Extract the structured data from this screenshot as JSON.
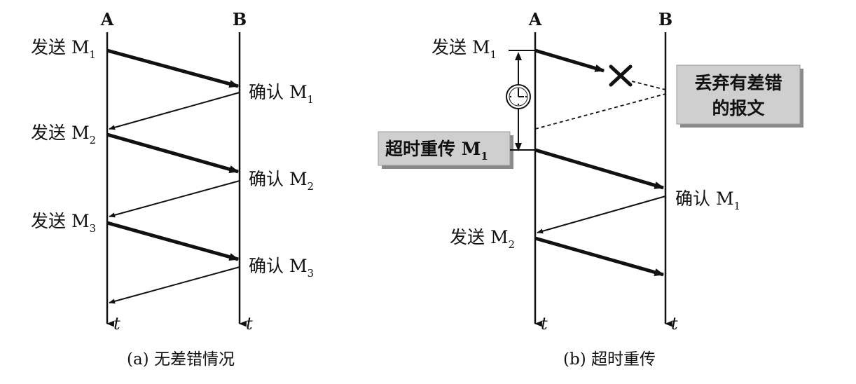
{
  "panel_a": {
    "node_a": "A",
    "node_b": "B",
    "time_a": "t",
    "time_b": "t",
    "send1": {
      "text": "发送 M",
      "sub": "1"
    },
    "ack1": {
      "text": "确认 M",
      "sub": "1"
    },
    "send2": {
      "text": "发送 M",
      "sub": "2"
    },
    "ack2": {
      "text": "确认 M",
      "sub": "2"
    },
    "send3": {
      "text": "发送 M",
      "sub": "3"
    },
    "ack3": {
      "text": "确认 M",
      "sub": "3"
    },
    "caption": "(a) 无差错情况"
  },
  "panel_b": {
    "node_a": "A",
    "node_b": "B",
    "time_a": "t",
    "time_b": "t",
    "send1": {
      "text": "发送 M",
      "sub": "1"
    },
    "discard_line1": "丢弃有差错",
    "discard_line2": "的报文",
    "retransmit": {
      "text": "超时重传 M",
      "sub": "1"
    },
    "ack1": {
      "text": "确认 M",
      "sub": "1"
    },
    "send2": {
      "text": "发送 M",
      "sub": "2"
    },
    "caption": "(b) 超时重传"
  },
  "colors": {
    "ink": "#111111",
    "box_fill": "#cfcfcf",
    "box_shadow": "#8a8a8a"
  }
}
